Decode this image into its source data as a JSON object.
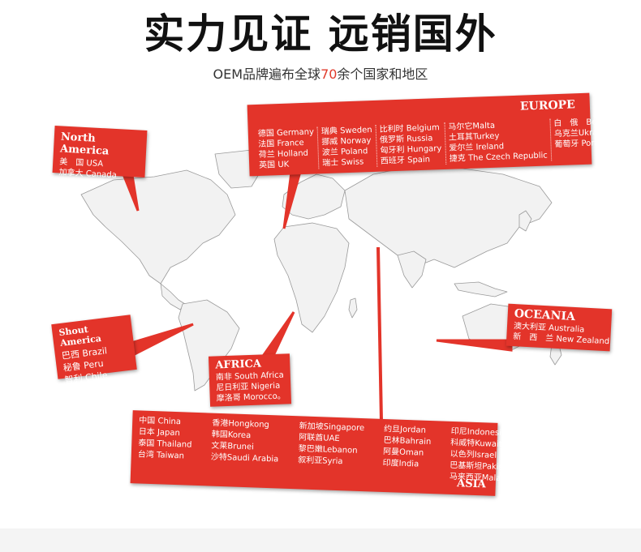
{
  "header": {
    "title": "实力见证 远销国外",
    "subtitle_before": "OEM品牌遍布全球",
    "subtitle_number": "70",
    "subtitle_after": "余个国家和地区"
  },
  "colors": {
    "accent": "#e3342a",
    "number_highlight": "#e03a2b"
  },
  "regions": {
    "north_america": {
      "name": "North America",
      "countries": [
        "美　国 USA",
        "加拿大 Canada"
      ]
    },
    "europe": {
      "name": "EUROPE",
      "columns": [
        [
          "德国 Germany",
          "法国 France",
          "荷兰 Holland",
          "英国 UK"
        ],
        [
          "瑞典 Sweden",
          "挪威 Norway",
          "波兰 Poland",
          "瑞士 Swiss"
        ],
        [
          "比利时 Belgium",
          "俄罗斯 Russia",
          "匈牙利 Hungary",
          "西班牙 Spain"
        ],
        [
          "马尔它Malta",
          "土耳其Turkey",
          "爱尔兰 Ireland",
          "捷克 The Czech Republic"
        ],
        [
          "白　俄　Belarus",
          "乌克兰Ukraine",
          "葡萄牙 Portugal"
        ]
      ]
    },
    "south_america": {
      "name": "Shout America",
      "countries": [
        "巴西 Brazil",
        "秘鲁 Peru",
        "智利 Chile"
      ]
    },
    "africa": {
      "name": "AFRICA",
      "countries": [
        "南非 South Africa",
        "尼日利亚 Nigeria",
        "摩洛哥 Morocco。"
      ]
    },
    "oceania": {
      "name": "OCEANIA",
      "countries": [
        "澳大利亚 Australia",
        "新　西　兰 New Zealand"
      ]
    },
    "asia": {
      "name": "ASIA",
      "columns": [
        [
          "中国 China",
          "日本 Japan",
          "泰国 Thailand",
          "台湾 Taiwan"
        ],
        [
          "香港Hongkong",
          "韩国Korea",
          "文莱Brunei",
          "沙特Saudi Arabia"
        ],
        [
          "新加坡Singapore",
          "阿联酋UAE",
          "黎巴嫩Lebanon",
          "叙利亚Syria"
        ],
        [
          "约旦Jordan",
          "巴林Bahrain",
          "阿曼Oman",
          "印度India"
        ],
        [
          "印尼Indonesia",
          "科威特Kuwait",
          "以色列Israel",
          "巴基斯坦Pakistan。",
          "马来西亚Malaysia"
        ]
      ]
    }
  }
}
